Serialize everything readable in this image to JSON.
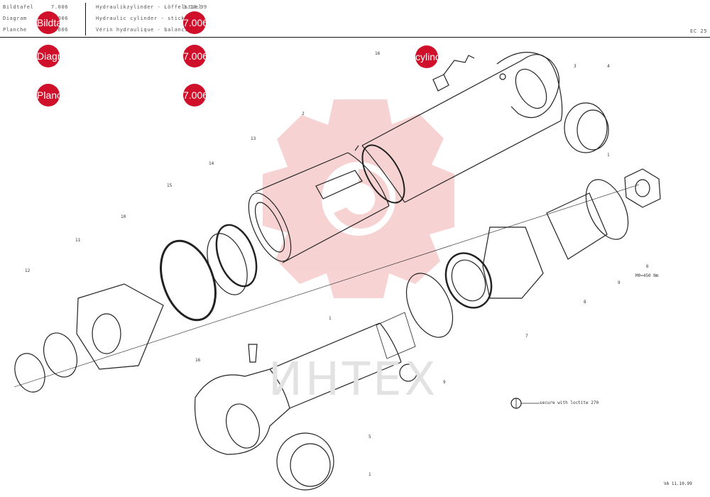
{
  "header": {
    "left_labels": [
      "Bildtafel",
      "Diagram",
      "Planche"
    ],
    "left_values": [
      "7.006",
      "7.006",
      "7.006"
    ],
    "titles": [
      "Hydraulikzylinder - Löffelstiel",
      "Hydraulic cylinder - stick",
      "Vérin hydraulique - balancier"
    ],
    "date": "3.10.99",
    "model": "EC 25"
  },
  "badges": {
    "bildtafel": "Bildtafel",
    "diagram": "Diagram",
    "planche": "Planche",
    "value1": "7.006",
    "value2": "7.006",
    "value3": "7.006",
    "cylinder": "cylinder"
  },
  "callouts": [
    "1",
    "2",
    "3",
    "4",
    "5",
    "6",
    "7",
    "8",
    "9",
    "9",
    "10",
    "11",
    "12",
    "13",
    "14",
    "15",
    "16",
    "16",
    "1",
    "1"
  ],
  "torque_note": "M0=450 Nm",
  "legend_text": "secure with loctite 270",
  "footer_code": "VA 11.10.99",
  "watermark": "ИНТЕХ",
  "colors": {
    "accent": "#d0102a",
    "watermark": "#f6c8c8",
    "line": "#222222"
  }
}
